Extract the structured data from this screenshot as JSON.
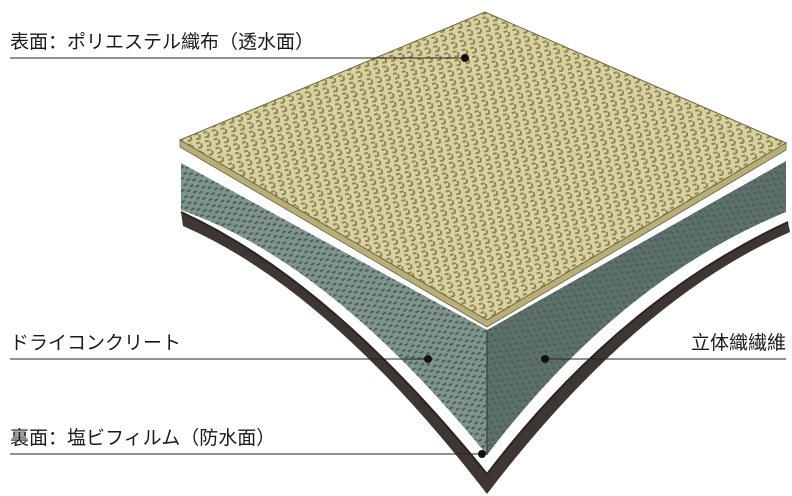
{
  "labels": {
    "surface": "表面：ポリエステル織布（透水面）",
    "dry_concrete": "ドライコンクリート",
    "fiber": "立体織繊維",
    "back": "裏面：塩ビフィルム（防水面）"
  },
  "colors": {
    "top_fabric": "#d9d1a0",
    "top_pattern": "#8f8658",
    "top_edge": "#b8ae78",
    "concrete": "#7f948c",
    "concrete_dark": "#5d706a",
    "concrete_pattern": "#4e5f5a",
    "backing": "#3d3632",
    "backing_edge": "#2a2522",
    "leader": "#222222"
  }
}
